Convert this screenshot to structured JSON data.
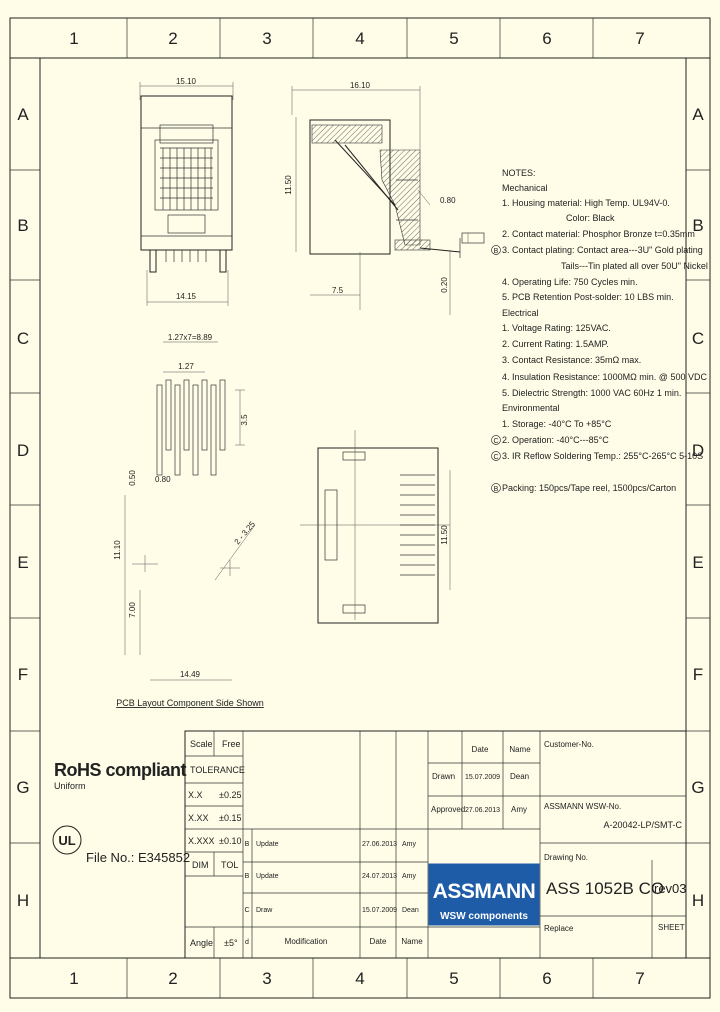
{
  "grid": {
    "columns": [
      "1",
      "2",
      "3",
      "4",
      "5",
      "6",
      "7"
    ],
    "rows": [
      "A",
      "B",
      "C",
      "D",
      "E",
      "F",
      "G",
      "H"
    ]
  },
  "dimensions": {
    "top_width": "15.10",
    "side_width": "16.10",
    "side_height": "11.50",
    "bottom_width": "14.15",
    "pitch_label": "1.27x7=8.89",
    "pitch": "1.27",
    "pin_offset": "3.5",
    "slot": "0.50",
    "hole": "0.80",
    "height_layout": "11.10",
    "lower_height": "7.00",
    "bottom_layout": "14.49",
    "peg_dia": "2 - 3.25",
    "side_offset": "7.5",
    "pin_length": "0.20",
    "flag": "0.80",
    "bottom_height": "11.50"
  },
  "layout_caption": "PCB Layout Component Side Shown",
  "notes": {
    "title": "NOTES:",
    "mechanical_title": "Mechanical",
    "mechanical": [
      "1. Housing material: High Temp. UL94V-0.",
      "Color: Black",
      "2. Contact material: Phosphor Bronze t=0.35mm",
      "3. Contact plating: Contact area---3U\" Gold plating",
      "Tails---Tin plated all over 50U\" Nickel",
      "4. Operating Life: 750 Cycles min.",
      "5. PCB Retention Post-solder: 10 LBS min."
    ],
    "electrical_title": "Electrical",
    "electrical": [
      "1. Voltage Rating: 125VAC.",
      "2. Current Rating: 1.5AMP.",
      "3. Contact Resistance: 35mΩ max.",
      "4. Insulation Resistance: 1000MΩ min. @ 500 VDC",
      "5. Dielectric Strength: 1000 VAC 60Hz 1 min."
    ],
    "environmental_title": "Environmental",
    "environmental": [
      "1. Storage: -40°C To +85°C",
      "2. Operation: -40°C---85°C",
      "3. IR Reflow Soldering Temp.: 255°C-265°C 5-10S"
    ],
    "packing": "Packing: 150pcs/Tape reel, 1500pcs/Carton",
    "rev_markers": [
      "B",
      "C",
      "C",
      "B"
    ]
  },
  "rohs": {
    "title": "RoHS compliant",
    "subtitle": "Uniform"
  },
  "ul": {
    "logo": "UL",
    "file_label": "File No.: E345852"
  },
  "title_block": {
    "scale_label": "Scale",
    "scale_value": "Free",
    "tolerance_label": "TOLERANCE",
    "tolerances": [
      {
        "fmt": "X.X",
        "val": "±0.25"
      },
      {
        "fmt": "X.XX",
        "val": "±0.15"
      },
      {
        "fmt": "X.XXX",
        "val": "±0.10"
      }
    ],
    "dim_label": "DIM",
    "tol_label": "TOL",
    "angle_label": "Angle",
    "angle_value": "±5°",
    "revisions": [
      {
        "mark": "B",
        "desc": "Update",
        "date": "27.06.2013",
        "name": "Amy"
      },
      {
        "mark": "B",
        "desc": "Update",
        "date": "24.07.2013",
        "name": "Amy"
      },
      {
        "mark": "C",
        "desc": "Draw",
        "date": "15.07.2009",
        "name": "Dean"
      }
    ],
    "rev_header": {
      "mark": "d",
      "desc": "Modification",
      "date": "Date",
      "name": "Name"
    },
    "date_header": "Date",
    "name_header": "Name",
    "drawn_label": "Drawn",
    "drawn_date": "15.07.2009",
    "drawn_name": "Dean",
    "approved_label": "Approved",
    "approved_date": "27.06.2013",
    "approved_name": "Amy",
    "customer_label": "Customer-No.",
    "customer_value": "",
    "assmann_no_label": "ASSMANN WSW-No.",
    "assmann_no_value": "A-20042-LP/SMT-C",
    "drawing_no_label": "Drawing No.",
    "drawing_no": "ASS 1052B CO",
    "rev": "rev03",
    "replace_label": "Replace",
    "sheet_label": "SHEET",
    "logo_top": "ASSMANN",
    "logo_bottom": "WSW components"
  }
}
